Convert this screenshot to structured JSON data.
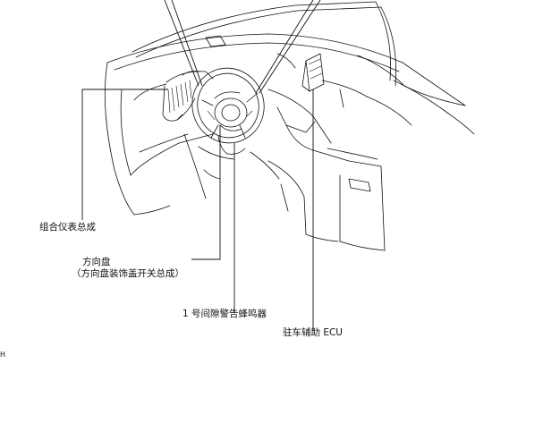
{
  "labels": {
    "cluster": "组合仪表总成",
    "wheel_line1": "方向盘",
    "wheel_line2": "（方向盘装饰盖开关总成）",
    "buzzer": "1 号间隙警告蜂鸣器",
    "ecu": "驻车辅助 ECU",
    "corner": "H"
  }
}
